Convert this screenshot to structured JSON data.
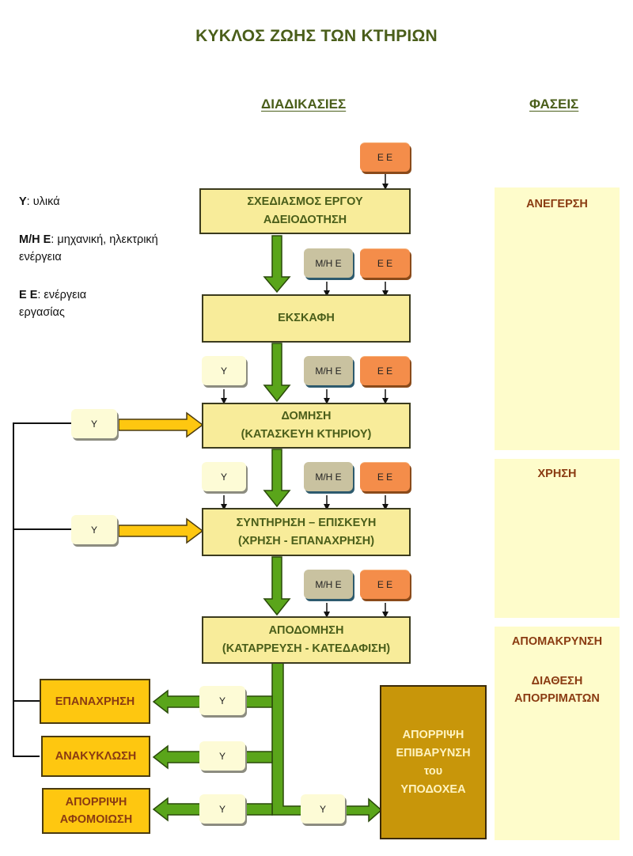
{
  "title": "ΚΥΚΛΟΣ ΖΩΗΣ ΤΩΝ ΚΤΗΡΙΩΝ",
  "columns": {
    "processes": "ΔΙΑΔΙΚΑΣΙΕΣ",
    "phases": "ΦΑΣΕΙΣ"
  },
  "legend": [
    {
      "key": "Υ",
      "desc": ": υλικά"
    },
    {
      "key": "Μ/Η Ε",
      "desc": ": μηχανική, ηλεκτρική ενέργεια"
    },
    {
      "key": "Ε Ε",
      "desc": ": ενέργεια εργασίας"
    }
  ],
  "inputs": {
    "materials": "Υ",
    "mech_elec_energy": "Μ/Η Ε",
    "work_energy": "Ε Ε"
  },
  "processes": [
    {
      "line1": "ΣΧΕΔΙΑΣΜΟΣ ΕΡΓΟΥ",
      "line2": "ΑΔΕΙΟΔΟΤΗΣΗ"
    },
    {
      "line1": "ΕΚΣΚΑΦΗ",
      "line2": ""
    },
    {
      "line1": "ΔΟΜΗΣΗ",
      "line2": "(ΚΑΤΑΣΚΕΥΗ ΚΤΗΡΙΟΥ)"
    },
    {
      "line1": "ΣΥΝΤΗΡΗΣΗ – ΕΠΙΣΚΕΥΗ",
      "line2": "(ΧΡΗΣΗ - ΕΠΑΝΑΧΡΗΣΗ)"
    },
    {
      "line1": "ΑΠΟΔΟΜΗΣΗ",
      "line2": "(ΚΑΤΑΡΡΕΥΣΗ -  ΚΑΤΕΔΑΦΙΣΗ)"
    }
  ],
  "outcomes": [
    {
      "line1": "ΕΠΑΝΑΧΡΗΣΗ",
      "line2": ""
    },
    {
      "line1": "ΑΝΑΚΥΚΛΩΣΗ",
      "line2": ""
    },
    {
      "line1": "ΑΠΟΡΡΙΨΗ",
      "line2": "ΑΦΟΜΟΙΩΣΗ"
    }
  ],
  "sink": {
    "line1": "ΑΠΟΡΡΙΨΗ",
    "line2": "ΕΠΙΒΑΡΥΝΣΗ",
    "line3": "του",
    "line4": "ΥΠΟΔΟΧΕΑ"
  },
  "phases": [
    {
      "label": "ΑΝΕΓΕΡΣΗ"
    },
    {
      "label": "ΧΡΗΣΗ"
    },
    {
      "label": "ΑΠΟΜΑΚΡΥΝΣΗ",
      "sublabel1": "ΔΙΑΘΕΣΗ",
      "sublabel2": "ΑΠΟΡΡΙΜΑΤΩΝ"
    }
  ]
}
